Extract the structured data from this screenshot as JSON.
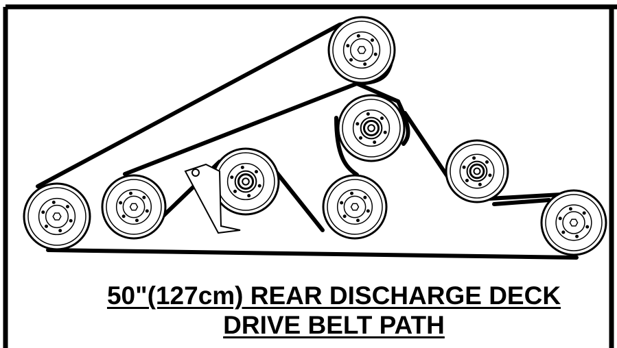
{
  "diagram": {
    "caption_line1": "50\"(127cm) REAR DISCHARGE DECK",
    "caption_line2": "DRIVE BELT PATH",
    "colors": {
      "line": "#000000",
      "background": "#ffffff"
    },
    "components": [
      {
        "name": "pulley-top",
        "type": "idler-pulley"
      },
      {
        "name": "pulley-far-left",
        "type": "spindle-pulley"
      },
      {
        "name": "pulley-left",
        "type": "spindle-pulley"
      },
      {
        "name": "pulley-center-left",
        "type": "idler-pulley-with-bracket"
      },
      {
        "name": "pulley-center",
        "type": "spindle-pulley"
      },
      {
        "name": "pulley-center-upper",
        "type": "idler-pulley"
      },
      {
        "name": "pulley-center-right",
        "type": "idler-pulley"
      },
      {
        "name": "pulley-far-right",
        "type": "spindle-pulley"
      }
    ]
  }
}
